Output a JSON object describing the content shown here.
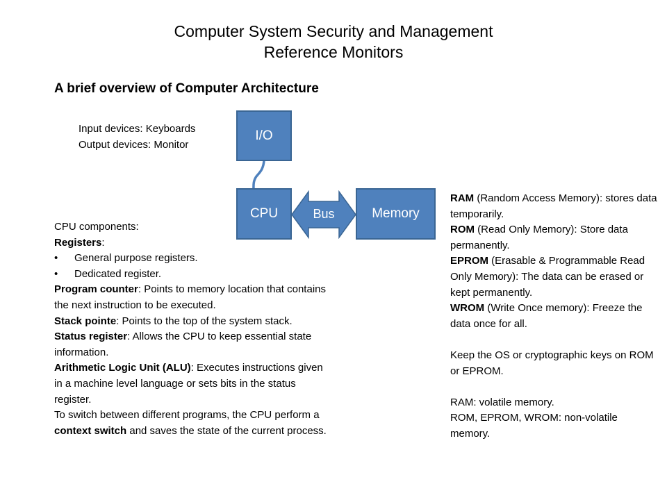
{
  "header": {
    "title_line1": "Computer System Security and Management",
    "title_line2": "Reference Monitors",
    "subtitle": "A brief overview of Computer Architecture"
  },
  "io_text": {
    "line1": "Input devices: Keyboards",
    "line2": "Output devices: Monitor"
  },
  "diagram": {
    "io": "I/O",
    "cpu": "CPU",
    "memory": "Memory",
    "bus": "Bus",
    "box_color": "#4f81bd",
    "box_border": "#3a6593",
    "wire_color": "#4f81bd"
  },
  "cpu_text": {
    "intro": "CPU components:",
    "registers_b": "Registers",
    "registers_t": ":",
    "bullet1": "General purpose registers.",
    "bullet2": "Dedicated register.",
    "pc_b": "Program counter",
    "pc_t": ": Points to memory location that contains the next instruction to be executed.",
    "sp_b": "Stack pointe",
    "sp_t": ": Points to the top of the system stack.",
    "sr_b": "Status register",
    "sr_t": ": Allows the CPU to keep essential state information.",
    "alu_b": "Arithmetic Logic Unit (ALU)",
    "alu_t": ": Executes instructions given in a machine level language or sets bits in the status register.",
    "cs_t1": "To switch between different programs, the CPU perform a ",
    "cs_b": "context switch",
    "cs_t2": " and saves the state of the current process."
  },
  "mem_text": {
    "ram_b": "RAM",
    "ram_t": " (Random Access Memory): stores data temporarily.",
    "rom_b": "ROM",
    "rom_t": " (Read Only Memory): Store data permanently.",
    "eprom_b": "EPROM",
    "eprom_t": " (Erasable & Programmable Read Only Memory): The data can be erased or kept permanently.",
    "wrom_b": "WROM",
    "wrom_t": " (Write Once memory):  Freeze the data once for all.",
    "keep": "Keep the OS or cryptographic keys on ROM or EPROM.",
    "volatile": "RAM: volatile memory.",
    "nonvolatile": "ROM, EPROM, WROM: non-volatile memory."
  }
}
